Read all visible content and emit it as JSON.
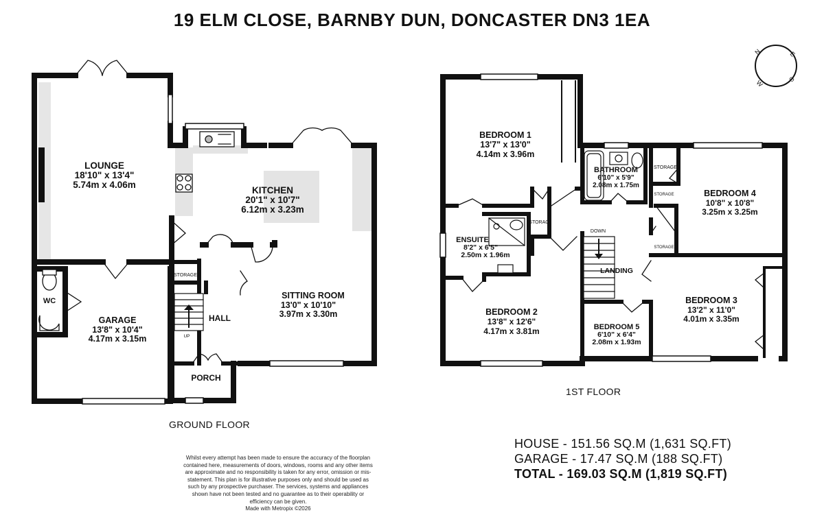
{
  "title": "19 ELM CLOSE, BARNBY DUN, DONCASTER DN3 1EA",
  "rooms": {
    "lounge": {
      "name": "LOUNGE",
      "imperial": "18'10\" x 13'4\"",
      "metric": "5.74m x 4.06m"
    },
    "kitchen": {
      "name": "KITCHEN",
      "imperial": "20'1\" x 10'7\"",
      "metric": "6.12m x 3.23m"
    },
    "sitting": {
      "name": "SITTING ROOM",
      "imperial": "13'0\" x 10'10\"",
      "metric": "3.97m x 3.30m"
    },
    "garage": {
      "name": "GARAGE",
      "imperial": "13'8\" x 10'4\"",
      "metric": "4.17m x 3.15m"
    },
    "wc": {
      "name": "WC"
    },
    "storage_gf": {
      "name": "STORAGE"
    },
    "hall": {
      "name": "HALL"
    },
    "porch": {
      "name": "PORCH"
    },
    "up": {
      "name": "UP"
    },
    "bed1": {
      "name": "BEDROOM 1",
      "imperial": "13'7\" x 13'0\"",
      "metric": "4.14m x 3.96m"
    },
    "bathroom": {
      "name": "BATHROOM",
      "imperial": "6'10\" x 5'9\"",
      "metric": "2.08m x 1.75m"
    },
    "bed4": {
      "name": "BEDROOM 4",
      "imperial": "10'8\" x 10'8\"",
      "metric": "3.25m x 3.25m"
    },
    "ensuite": {
      "name": "ENSUITE",
      "imperial": "8'2\" x 6'5\"",
      "metric": "2.50m x 1.96m"
    },
    "bed2": {
      "name": "BEDROOM 2",
      "imperial": "13'8\" x 12'6\"",
      "metric": "4.17m x 3.81m"
    },
    "bed5": {
      "name": "BEDROOM 5",
      "imperial": "6'10\" x 6'4\"",
      "metric": "2.08m x 1.93m"
    },
    "bed3": {
      "name": "BEDROOM 3",
      "imperial": "13'2\" x 11'0\"",
      "metric": "4.01m x 3.35m"
    },
    "landing": {
      "name": "LANDING"
    },
    "down": {
      "name": "DOWN"
    },
    "storage_a": {
      "name": "STORAGE"
    },
    "storage_b": {
      "name": "STORAGE"
    },
    "storage_c": {
      "name": "STORAGE"
    },
    "storage_d": {
      "name": "STORAG"
    }
  },
  "floors": {
    "ground": "GROUND FLOOR",
    "first": "1ST FLOOR"
  },
  "areas": {
    "house": "HOUSE - 151.56 SQ.M (1,631 SQ.FT)",
    "garage": "GARAGE - 17.47 SQ.M (188 SQ.FT)",
    "total": "TOTAL - 169.03 SQ.M (1,819 SQ.FT)"
  },
  "compass": {
    "n": "N",
    "e": "E",
    "s": "S",
    "w": "W"
  },
  "disclaimer": "Whilst every attempt has been made to ensure the accuracy of the floorplan contained here, measurements of doors, windows, rooms and any other items are approximate and no responsibility is taken for any error, omission or mis-statement. This plan is for illustrative purposes only and should be used as such by any prospective purchaser. The services, systems and appliances shown have not been tested and no guarantee as to their operability or efficiency can be given.",
  "credit": "Made with Metropix ©2026",
  "colors": {
    "wall": "#111111",
    "fixture": "#e4e4e4",
    "ink": "#111111"
  }
}
